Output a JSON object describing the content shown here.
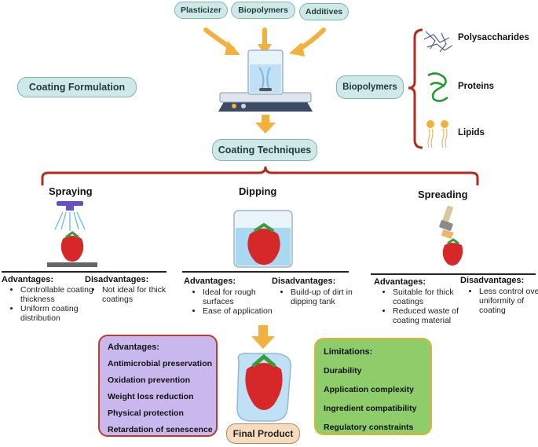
{
  "inputs": [
    "Plasticizer",
    "Biopolymers",
    "Additives"
  ],
  "coating_formulation": "Coating Formulation",
  "biopolymers_label": "Biopolymers",
  "biopolymer_types": [
    "Polysaccharides",
    "Proteins",
    "Lipids"
  ],
  "coating_techniques": "Coating Techniques",
  "methods": [
    {
      "name": "Spraying",
      "adv_title": "Advantages:",
      "adv": [
        "Controllable coating thickness",
        "Uniform coating distribution"
      ],
      "dis_title": "Disadvantages:",
      "dis": [
        "Not ideal for thick coatings"
      ]
    },
    {
      "name": "Dipping",
      "adv_title": "Advantages:",
      "adv": [
        "Ideal for rough surfaces",
        "Ease of application"
      ],
      "dis_title": "Disadvantages:",
      "dis": [
        "Build-up of dirt in dipping tank"
      ]
    },
    {
      "name": "Spreading",
      "adv_title": "Advantages:",
      "adv": [
        "Suitable for thick coatings",
        "Reduced waste of coating material"
      ],
      "dis_title": "Disadvantages:",
      "dis": [
        "Less control over uniformity of coating"
      ]
    }
  ],
  "product_advantages": {
    "title": "Advantages:",
    "items": [
      "Antimicrobial preservation",
      "Oxidation prevention",
      "Weight loss reduction",
      "Physical protection",
      "Retardation of senescence"
    ]
  },
  "limitations": {
    "title": "Limitations:",
    "items": [
      "Durability",
      "Application complexity",
      "Ingredient compatibility",
      "Regulatory constraints"
    ]
  },
  "final_product": "Final Product",
  "colors": {
    "pill_fill": "#cfe9e9",
    "pill_border": "#7fb5b5",
    "arrow": "#f2b03c",
    "bracket": "#b52a1f",
    "adv_box_fill": "#c9b8ee",
    "adv_box_border": "#c0392b",
    "lim_box_fill": "#8fcd6a",
    "lim_box_border": "#e0b23a",
    "final_fill": "#f7dcc0",
    "final_border": "#b08a5a"
  }
}
